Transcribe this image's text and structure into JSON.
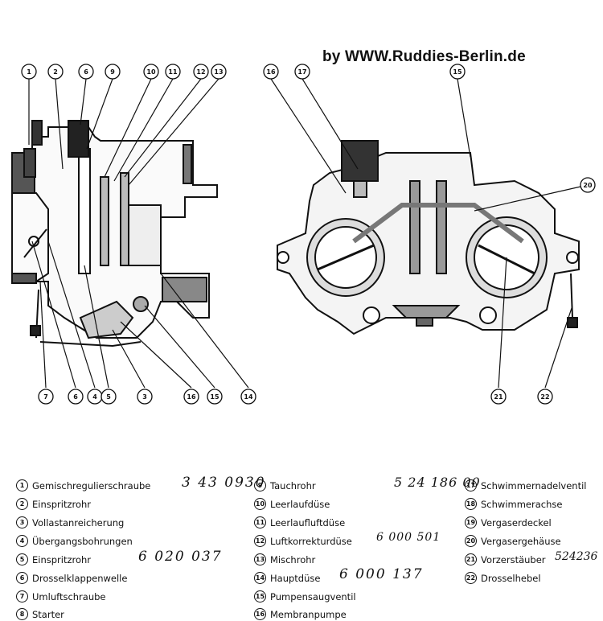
{
  "header": {
    "site": "by WWW.Ruddies-Berlin.de"
  },
  "callouts_left": [
    "1",
    "2",
    "6",
    "9",
    "10",
    "11",
    "12",
    "13"
  ],
  "callouts_left_bottom": [
    "7",
    "6",
    "4",
    "5",
    "3",
    "16",
    "15",
    "14"
  ],
  "callouts_right": [
    "16",
    "17",
    "15",
    "20",
    "21",
    "22"
  ],
  "legend": {
    "items": [
      {
        "n": "1",
        "label": "Gemischregulierschraube"
      },
      {
        "n": "2",
        "label": "Einspritzrohr"
      },
      {
        "n": "3",
        "label": "Vollastanreicherung"
      },
      {
        "n": "4",
        "label": "Übergangsbohrungen"
      },
      {
        "n": "5",
        "label": "Einspritzrohr"
      },
      {
        "n": "6",
        "label": "Drosselklappenwelle"
      },
      {
        "n": "7",
        "label": "Umluftschraube"
      },
      {
        "n": "8",
        "label": "Starter"
      },
      {
        "n": "9",
        "label": "Tauchrohr"
      },
      {
        "n": "10",
        "label": "Leerlaufdüse"
      },
      {
        "n": "11",
        "label": "Leerlaufluftdüse"
      },
      {
        "n": "12",
        "label": "Luftkorrekturdüse"
      },
      {
        "n": "13",
        "label": "Mischrohr"
      },
      {
        "n": "14",
        "label": "Hauptdüse"
      },
      {
        "n": "15",
        "label": "Pumpensaugventil"
      },
      {
        "n": "16",
        "label": "Membranpumpe"
      },
      {
        "n": "17",
        "label": "Schwimmernadelventil"
      },
      {
        "n": "18",
        "label": "Schwimmerachse"
      },
      {
        "n": "19",
        "label": "Vergaserdeckel"
      },
      {
        "n": "20",
        "label": "Vergasergehäuse"
      },
      {
        "n": "21",
        "label": "Vorzerstäuber"
      },
      {
        "n": "22",
        "label": "Drosselhebel"
      }
    ],
    "handwritten": {
      "h1": "3 43 0930",
      "h9": "5 24 186 00",
      "h5": "6 020 037",
      "h12": "6 000 501",
      "h14": "6 000 137",
      "h21": "524236"
    }
  }
}
